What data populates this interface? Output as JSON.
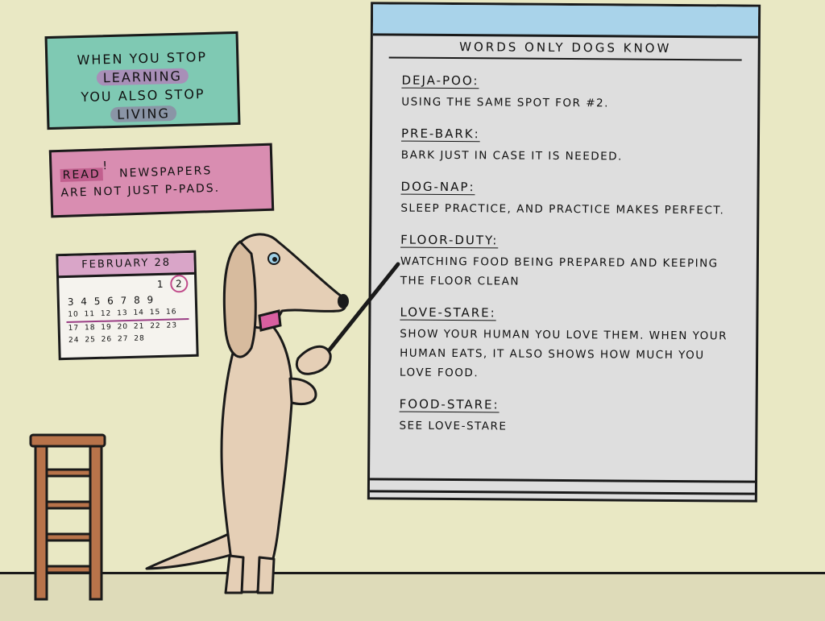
{
  "sign_teal": {
    "line1": "WHEN YOU STOP",
    "word1": "LEARNING",
    "line2": "YOU ALSO STOP",
    "word2": "LIVING"
  },
  "sign_pink": {
    "read": "READ",
    "exclaim": "!",
    "line1_rest": "NEWSPAPERS",
    "line2": "ARE NOT JUST P-PADS."
  },
  "calendar": {
    "month": "FEBRUARY 28",
    "row1": "1",
    "row1_circled": "2",
    "row2": "3 4 5 6 7 8 9",
    "row3": "10 11 12 13 14 15 16",
    "row4": "17 18 19 20 21 22 23",
    "row5": "24 25 26 27 28"
  },
  "chart": {
    "title": "WORDS ONLY DOGS KNOW",
    "entries": [
      {
        "term": "DEJA-POO:",
        "definition": "USING THE SAME SPOT FOR #2."
      },
      {
        "term": "PRE-BARK:",
        "definition": "BARK JUST IN CASE IT IS NEEDED."
      },
      {
        "term": "DOG-NAP:",
        "definition": "SLEEP PRACTICE, AND PRACTICE MAKES PERFECT."
      },
      {
        "term": "FLOOR-DUTY:",
        "definition": "WATCHING FOOD BEING PREPARED AND KEEPING THE FLOOR CLEAN"
      },
      {
        "term": "LOVE-STARE:",
        "definition": "SHOW YOUR HUMAN YOU LOVE THEM. WHEN YOUR HUMAN EATS, IT ALSO SHOWS HOW MUCH YOU LOVE FOOD."
      },
      {
        "term": "FOOD-STARE:",
        "definition": "SEE LOVE-STARE"
      }
    ]
  },
  "colors": {
    "wall": "#e9e8c4",
    "teal_sign": "#7fc9b3",
    "pink_sign": "#d98db1",
    "chart_paper": "#dedede",
    "chart_top": "#a9d3ea",
    "dog": "#e5cfb6",
    "collar": "#d85fa0",
    "stool": "#b8734a"
  }
}
